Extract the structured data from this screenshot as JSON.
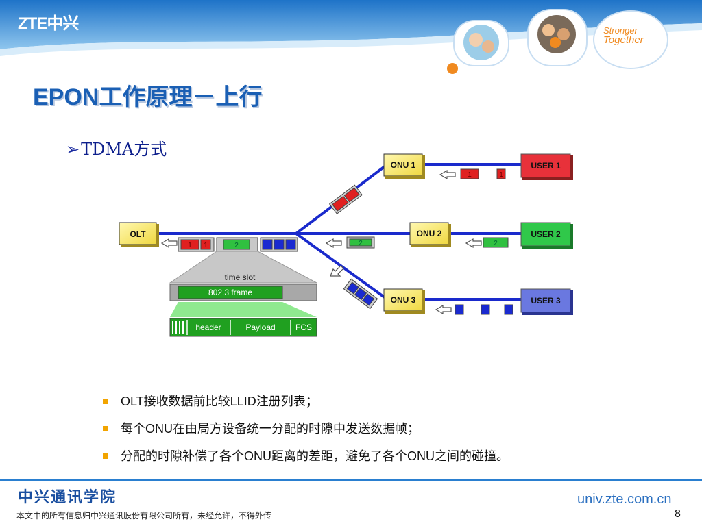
{
  "header": {
    "logo": "ZTE中兴",
    "tagline_line1": "Stronger",
    "tagline_line2": "Together",
    "colors": {
      "band_top": "#1e73c8",
      "band_bottom": "#8fc6ee",
      "accent": "#f08a20"
    }
  },
  "title": "EPON工作原理－上行",
  "subtitle": {
    "marker": "➢",
    "text": "TDMA方式"
  },
  "diagram": {
    "olt_label": "OLT",
    "onus": [
      {
        "label": "ONU 1"
      },
      {
        "label": "ONU 2"
      },
      {
        "label": "ONU 3"
      }
    ],
    "users": [
      {
        "label": "USER 1",
        "color": "#e8313a"
      },
      {
        "label": "USER 2",
        "color": "#30c84a"
      },
      {
        "label": "USER 3",
        "color": "#6a78e0"
      }
    ],
    "packet_labels": {
      "user1": "1",
      "user2": "2"
    },
    "time_slot_label": "time slot",
    "frame_label": "802.3 frame",
    "frame_fields": [
      "header",
      "Payload",
      "FCS"
    ]
  },
  "bullets": [
    "OLT接收数据前比较LLID注册列表；",
    "每个ONU在由局方设备统一分配的时隙中发送数据帧；",
    "分配的时隙补偿了各个ONU距离的差距，避免了各个ONU之间的碰撞。"
  ],
  "footer": {
    "college": "中兴通讯学院",
    "copyright": "本文中的所有信息归中兴通讯股份有限公司所有，未经允许，不得外传",
    "site": "univ.zte.com.cn",
    "page_number": "8"
  }
}
